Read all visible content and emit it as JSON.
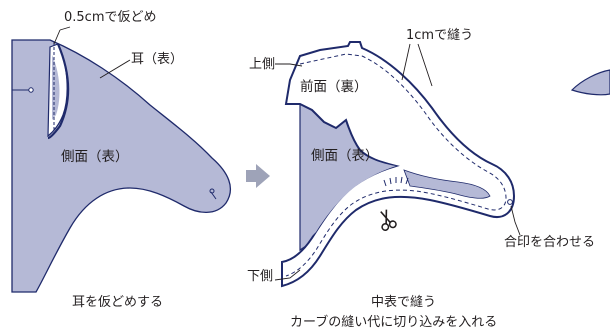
{
  "colors": {
    "fabric_right": "#b5b9d6",
    "fabric_lining": "#ffffff",
    "outline": "#1f2a6b",
    "arrow": "#9ea3b8",
    "text": "#231f20"
  },
  "step1": {
    "tack_label": "0.5cmで仮どめ",
    "ear_label": "耳（表）",
    "side_label": "側面（表）",
    "caption": "耳を仮どめする"
  },
  "step2": {
    "seam_label": "1cmで縫う",
    "upper_label": "上側",
    "front_label": "前面（裏）",
    "side_label": "側面（表）",
    "lower_label": "下側",
    "match_label": "合印を合わせる",
    "caption_line1": "中表で縫う",
    "caption_line2": "カーブの縫い代に切り込みを入れる"
  },
  "icons": [
    "arrow-right-icon",
    "scissors-icon",
    "notch-mark-icon"
  ]
}
